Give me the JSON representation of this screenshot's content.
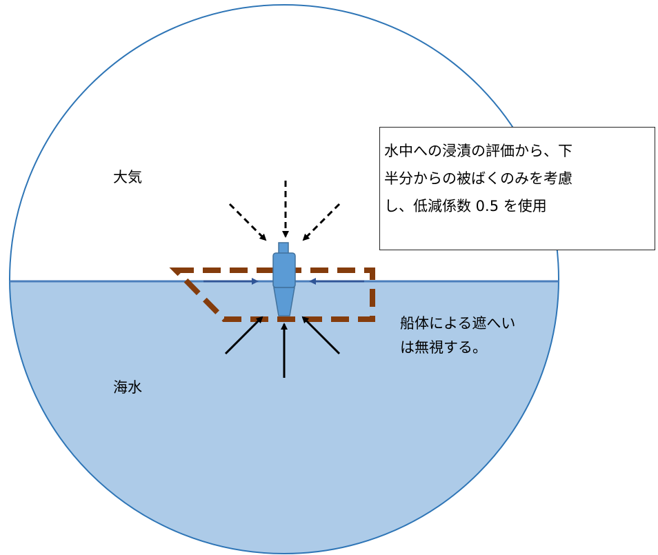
{
  "labels": {
    "atmosphere": "大気",
    "seawater": "海水"
  },
  "note_box": {
    "lines": [
      "水中への浸漬の評価から、下",
      "半分からの被ばくのみを考慮",
      "し、低減係数 0.5 を使用"
    ]
  },
  "hull_note": {
    "lines": [
      "船体による遮へい",
      "は無視する。"
    ]
  },
  "colors": {
    "circle_outline": "#2E75B6",
    "seawater_fill": "#ADCBE8",
    "waterline": "#4A7EBB",
    "hull_outline": "#843C0C",
    "detector": "#5B9BD5",
    "arrow": "#000000"
  }
}
